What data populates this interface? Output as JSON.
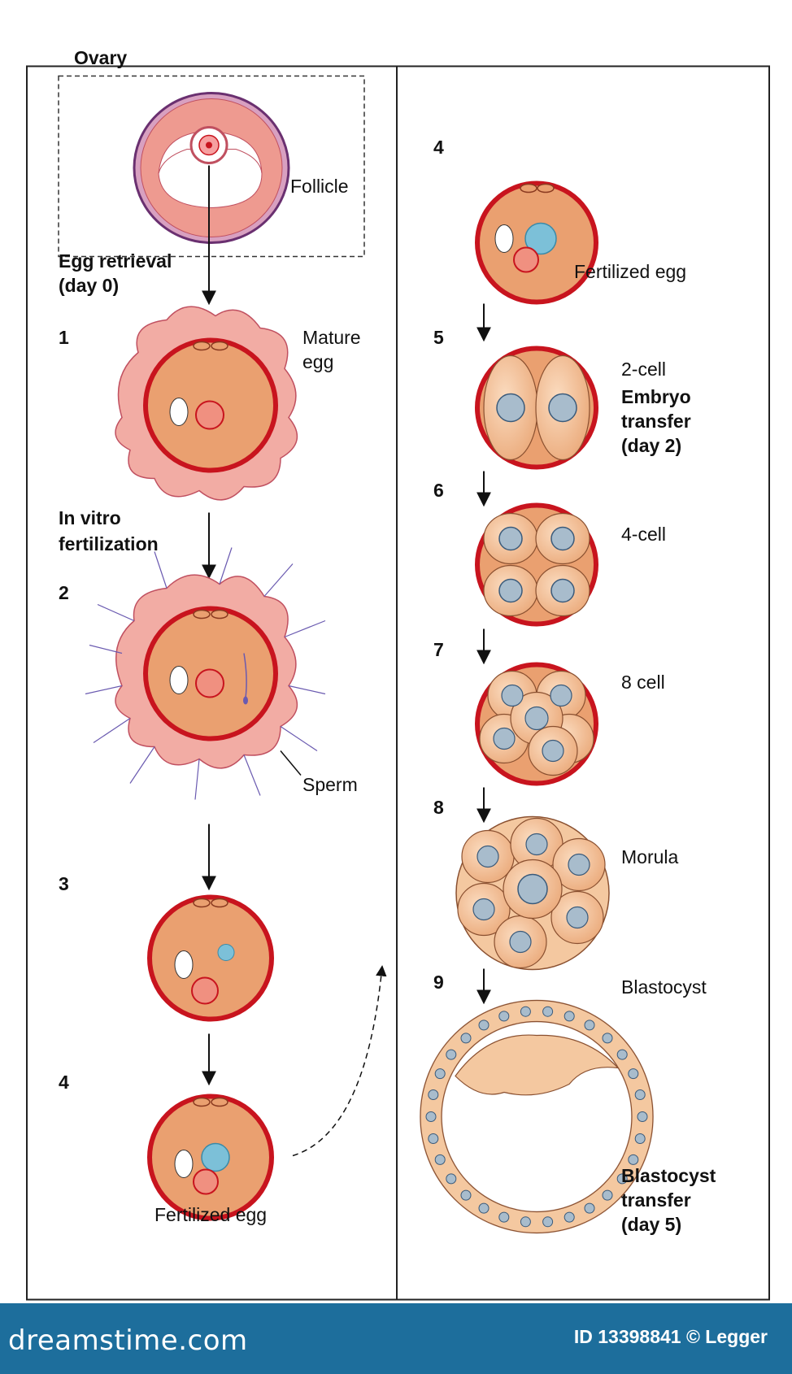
{
  "labels": {
    "ovary": "Ovary",
    "follicle": "Follicle",
    "egg_retrieval_1": "Egg retrieval",
    "egg_retrieval_2": "(day 0)",
    "mature_1": "Mature",
    "mature_2": "egg",
    "ivf_1": "In vitro",
    "ivf_2": "fertilization",
    "sperm": "Sperm",
    "fertilized_left": "Fertilized egg",
    "fertilized_right": "Fertilized egg",
    "two_cell": "2-cell",
    "embryo_transfer_1": "Embryo",
    "embryo_transfer_2": "transfer",
    "embryo_transfer_3": "(day 2)",
    "four_cell": "4-cell",
    "eight_cell": "8 cell",
    "morula": "Morula",
    "blastocyst": "Blastocyst",
    "blastocyst_transfer_1": "Blastocyst",
    "blastocyst_transfer_2": "transfer",
    "blastocyst_transfer_3": "(day 5)"
  },
  "steps": {
    "s1": "1",
    "s2": "2",
    "s3": "3",
    "s4_left": "4",
    "s4_right": "4",
    "s5": "5",
    "s6": "6",
    "s7": "7",
    "s8": "8",
    "s9": "9"
  },
  "footer": {
    "brand": "dreamstime.com",
    "credit": "ID 13398841 © Legger"
  },
  "colors": {
    "egg": "#eaa070",
    "zona": "#c8141e",
    "cumulus": "#f0a8a0",
    "nucleus": "#e06040",
    "pronucleus_blue": "#7cc0d8",
    "cell_light": "#f5c8a0",
    "footer": "#1d6e9c"
  }
}
